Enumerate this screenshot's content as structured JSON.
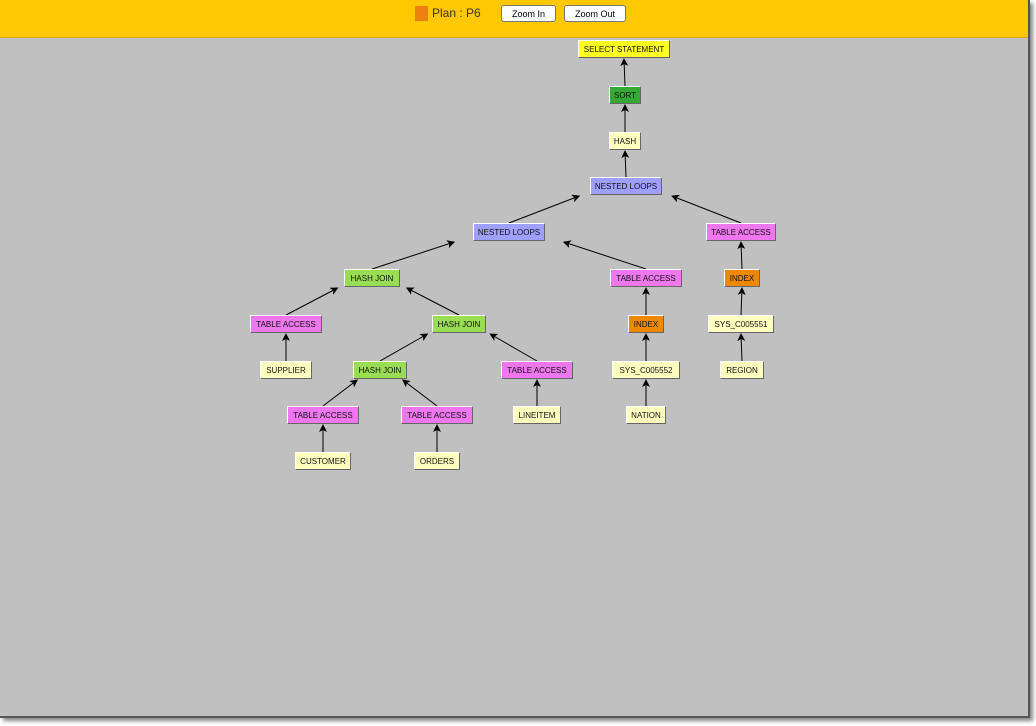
{
  "header": {
    "plan_label": "Plan : P6",
    "zoom_in_label": "Zoom In",
    "zoom_out_label": "Zoom Out",
    "legend_color": "#ee8011"
  },
  "colors": {
    "select": "#ffff22",
    "sort": "#33aa33",
    "object": "#ffffc0",
    "nested": "#9f9fff",
    "table": "#ee77ee",
    "hashjoin": "#99dd55",
    "index": "#ee8800"
  },
  "nodes": [
    {
      "id": 1,
      "label": "SELECT STATEMENT",
      "kind": "select",
      "parent": null
    },
    {
      "id": 2,
      "label": "SORT",
      "kind": "sort",
      "parent": 1
    },
    {
      "id": 3,
      "label": "HASH",
      "kind": "object",
      "parent": 2
    },
    {
      "id": 4,
      "label": "NESTED LOOPS",
      "kind": "nested",
      "parent": 3
    },
    {
      "id": 5,
      "label": "NESTED LOOPS",
      "kind": "nested",
      "parent": 4
    },
    {
      "id": 6,
      "label": "TABLE ACCESS",
      "kind": "table",
      "parent": 4
    },
    {
      "id": 7,
      "label": "HASH JOIN",
      "kind": "hashjoin",
      "parent": 5
    },
    {
      "id": 8,
      "label": "TABLE ACCESS",
      "kind": "table",
      "parent": 5
    },
    {
      "id": 9,
      "label": "INDEX",
      "kind": "index",
      "parent": 6
    },
    {
      "id": 10,
      "label": "TABLE ACCESS",
      "kind": "table",
      "parent": 7
    },
    {
      "id": 11,
      "label": "HASH JOIN",
      "kind": "hashjoin",
      "parent": 7
    },
    {
      "id": 12,
      "label": "INDEX",
      "kind": "index",
      "parent": 8
    },
    {
      "id": 13,
      "label": "SYS_C005551",
      "kind": "object",
      "parent": 9
    },
    {
      "id": 14,
      "label": "SUPPLIER",
      "kind": "object",
      "parent": 10
    },
    {
      "id": 15,
      "label": "HASH JOIN",
      "kind": "hashjoin",
      "parent": 11
    },
    {
      "id": 16,
      "label": "TABLE ACCESS",
      "kind": "table",
      "parent": 11
    },
    {
      "id": 17,
      "label": "SYS_C005552",
      "kind": "object",
      "parent": 12
    },
    {
      "id": 18,
      "label": "REGION",
      "kind": "object",
      "parent": 13
    },
    {
      "id": 19,
      "label": "TABLE ACCESS",
      "kind": "table",
      "parent": 15
    },
    {
      "id": 20,
      "label": "TABLE ACCESS",
      "kind": "table",
      "parent": 15
    },
    {
      "id": 21,
      "label": "LINEITEM",
      "kind": "object",
      "parent": 16
    },
    {
      "id": 22,
      "label": "NATION",
      "kind": "object",
      "parent": 17
    },
    {
      "id": 23,
      "label": "CUSTOMER",
      "kind": "object",
      "parent": 19
    },
    {
      "id": 24,
      "label": "ORDERS",
      "kind": "object",
      "parent": 20
    }
  ]
}
